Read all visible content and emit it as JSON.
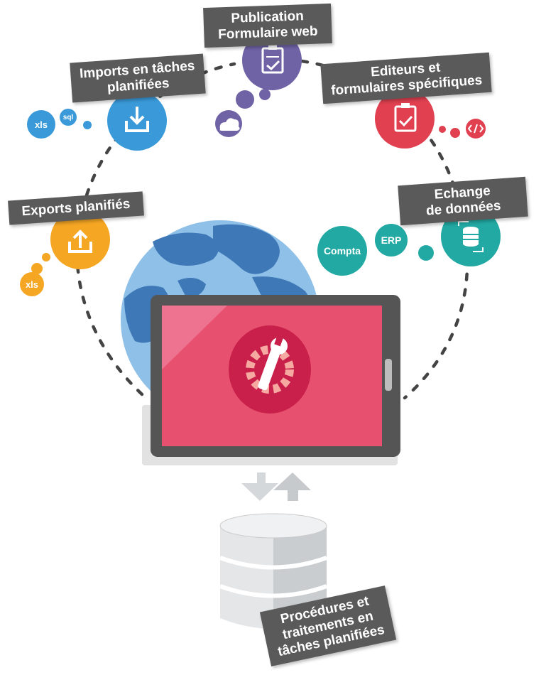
{
  "labels": {
    "publication": "Publication\nFormulaire web",
    "imports": "Imports en tâches\nplanifiées",
    "editeurs": "Editeurs et\nformulaires spécifiques",
    "exports": "Exports planifiés",
    "echange": "Echange\nde données",
    "procedures": "Procédures et\ntraitements en\ntâches planifiées"
  },
  "bubbles": {
    "xls_top": "xls",
    "sql": "sql",
    "compta": "Compta",
    "erp": "ERP",
    "xls_bottom": "xls"
  },
  "colors": {
    "purple": "#6f63a6",
    "blue": "#3a9ad9",
    "red": "#e04050",
    "orange": "#f5a623",
    "teal": "#22a9a3",
    "tablet_frame": "#555555",
    "screen": "#e8506f",
    "globe_sea": "#7fb2e0",
    "globe_land": "#3e78b7",
    "label_bg": "#5a5a5a",
    "database": "#e4e6e8"
  },
  "icons": [
    "form-check-icon",
    "download-icon",
    "cloud-icon",
    "code-icon",
    "upload-icon",
    "database-sync-icon",
    "wrench-gear-icon",
    "transfer-arrows-icon"
  ]
}
